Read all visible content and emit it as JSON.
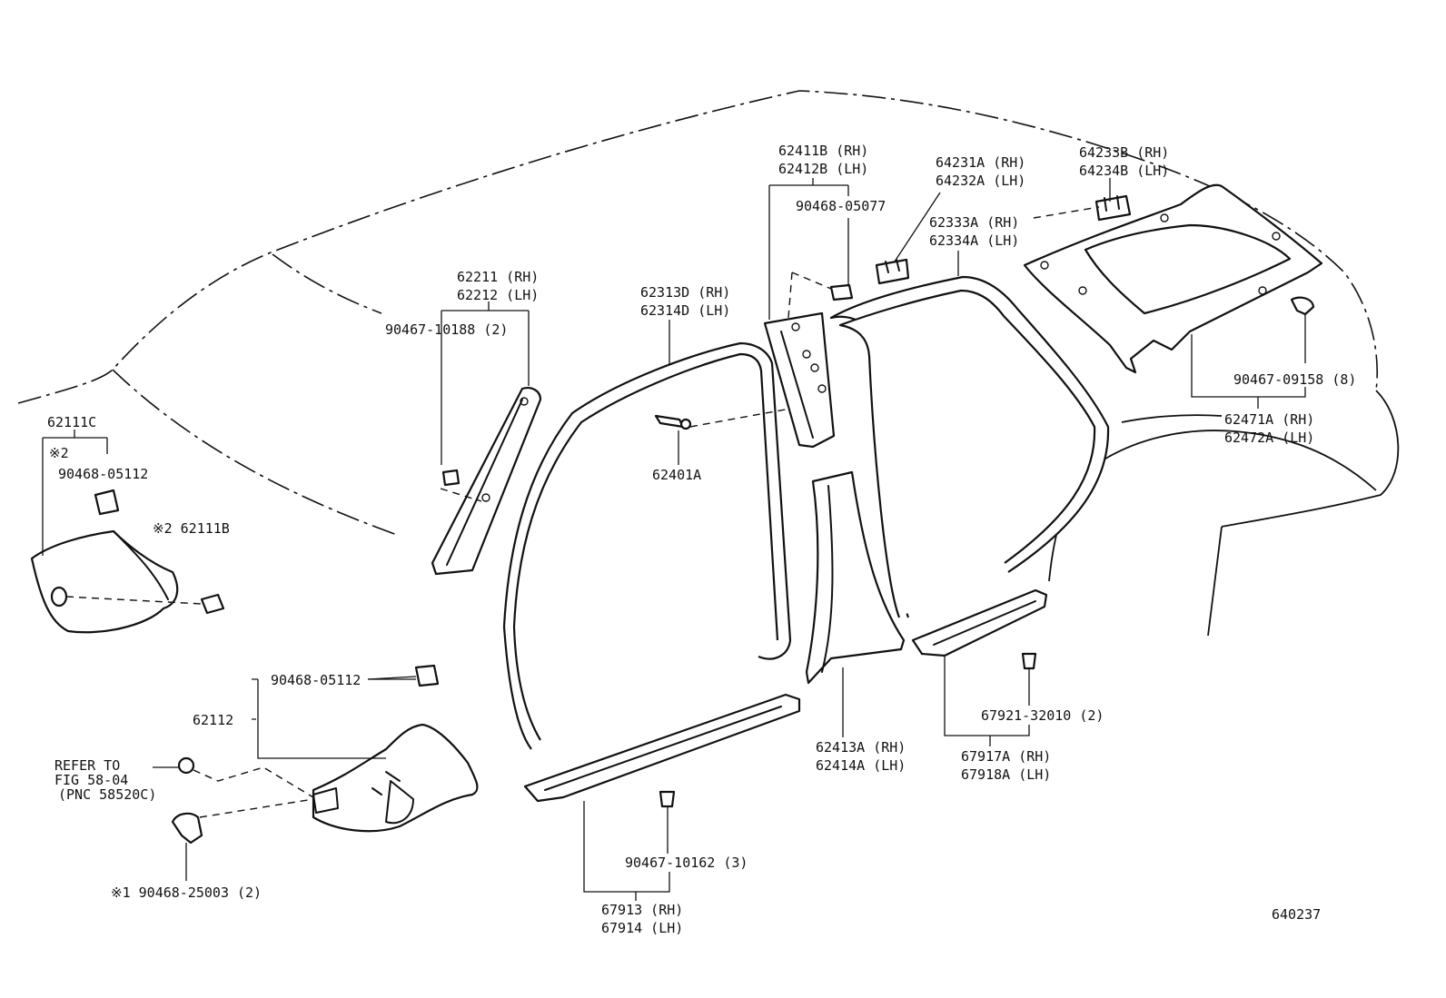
{
  "diagram_id": "640237",
  "labels": {
    "p62111C": "62111C",
    "mark2_a": "※2",
    "p90468_05112_a": "90468-05112",
    "mark2_62111B": "※2 62111B",
    "p62211": "62211 (RH)",
    "p62212": "62212 (LH)",
    "p90467_10188": "90467-10188 (2)",
    "p62313D": "62313D (RH)",
    "p62314D": "62314D (LH)",
    "p62401A": "62401A",
    "p62411B": "62411B (RH)",
    "p62412B": "62412B (LH)",
    "p90468_05077": "90468-05077",
    "p64231A": "64231A (RH)",
    "p64232A": "64232A (LH)",
    "p62333A": "62333A (RH)",
    "p62334A": "62334A (LH)",
    "p64233B": "64233B (RH)",
    "p64234B": "64234B (LH)",
    "p90467_09158": "90467-09158 (8)",
    "p62471A": "62471A (RH)",
    "p62472A": "62472A (LH)",
    "p90468_05112_b": "90468-05112",
    "p62112": "62112",
    "refer1": "REFER TO",
    "refer2": "FIG 58-04",
    "refer3": "(PNC 58520C)",
    "p90468_25003": "※1 90468-25003 (2)",
    "p90467_10162": "90467-10162 (3)",
    "p67913": "67913 (RH)",
    "p67914": "67914 (LH)",
    "p62413A": "62413A (RH)",
    "p62414A": "62414A (LH)",
    "p67921_32010": "67921-32010 (2)",
    "p67917A": "67917A (RH)",
    "p67918A": "67918A (LH)"
  }
}
